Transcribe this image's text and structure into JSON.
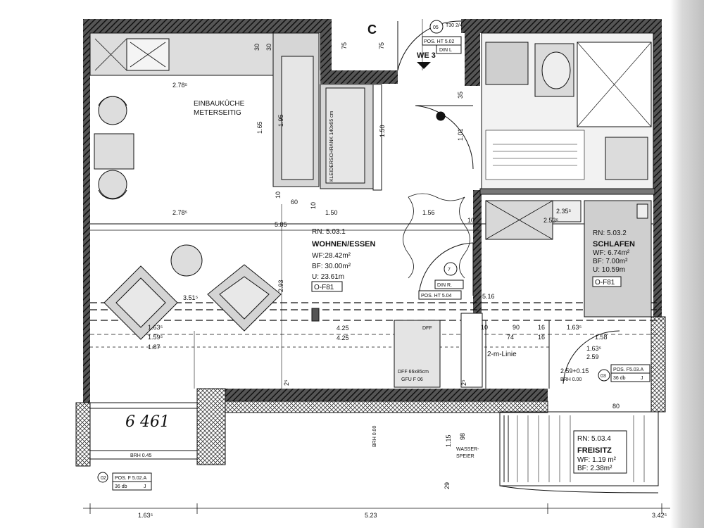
{
  "rooms": {
    "kitchen": {
      "line1": "EINBAUKÜCHE",
      "line2": "METERSEITIG"
    },
    "wardrobe": {
      "label": "KLEIDERSCHRANK 140x65 cm"
    },
    "living": {
      "number": "RN: 5.03.1",
      "name": "WOHNEN/ESSEN",
      "wf": "WF:28.42m²",
      "bf": "BF: 30.00m²",
      "u": "U: 23.61m",
      "floor": "O-F81"
    },
    "bedroom": {
      "number": "RN: 5.03.2",
      "name": "SCHLAFEN",
      "wf": "WF: 6.74m²",
      "bf": "BF: 7.00m²",
      "u": "U: 10.59m",
      "floor": "O-F81"
    },
    "terrace": {
      "number": "RN: 5.03.4",
      "name": "FREISITZ",
      "wf": "WF: 1.19 m²",
      "bf": "BF: 2.38m²"
    }
  },
  "labels": {
    "section_mark": "C",
    "unit": "WE 3",
    "door_top_tag": "05",
    "door_top_side": "T30 2/4",
    "door_top_pos": "POS. HT 5.02",
    "door_top_din": "DIN L",
    "door_inner_pos": "POS. HT 5.04",
    "door_inner_din": "DIN R.",
    "window_left_tag": "02",
    "window_left_pos": "POS. F 5.02.A",
    "window_left_db": "36 db",
    "window_left_j": "J",
    "window_left_brh": "BRH 0.45",
    "window_right_tag": "03",
    "window_right_pos": "POS. F5.03.A",
    "window_right_db": "36 db",
    "window_right_j": "J",
    "window_right_brh": "BRH 0.00",
    "dff": "DFF",
    "dff_size": "DFF 66x85cm",
    "dff_gfu": "GFU F 06",
    "two_m_line": "2-m-Linie",
    "wasserspeier_1": "WASSER-",
    "wasserspeier_2": "SPEIER",
    "brh_vertical": "BRH 0.00",
    "handwritten": "6 461",
    "door_num": "7"
  },
  "dims": {
    "d278a": "2.78⁵",
    "d278b": "2.78⁵",
    "d585": "5.85",
    "d165": "1.65",
    "d195": "1.95",
    "d150v": "1.50",
    "d60": "60",
    "d10a": "10",
    "d10b": "10",
    "d150h": "1.50",
    "d156": "1.56",
    "d10c": "10",
    "d235": "2.35⁵",
    "d253": "2.53⁵",
    "d516": "5.16",
    "d351": "3.51⁵",
    "d293": "2.93",
    "d425a": "4.25",
    "d425b": "4.25",
    "d163a": "1.63⁵",
    "d159": "1.59⁵",
    "d187": "1.87",
    "d10d": "10",
    "d90": "90",
    "d74": "74",
    "d16a": "16",
    "d16b": "16",
    "d158": "1.58",
    "d163b": "1.63⁵",
    "d163c": "1.63⁵",
    "d259a": "2.59",
    "d259b": "2.59+0.15",
    "d80": "80",
    "d75a": "75",
    "d75b": "75",
    "d30a": "30",
    "d30b": "30",
    "d115": "1.15",
    "d98": "98",
    "d29": "29",
    "d163bot": "1.63⁵",
    "d523": "5.23",
    "d342": "3.42⁵",
    "d101": "1.01",
    "d35": "35",
    "d2a": "2⁵",
    "d2b": "2⁵"
  }
}
